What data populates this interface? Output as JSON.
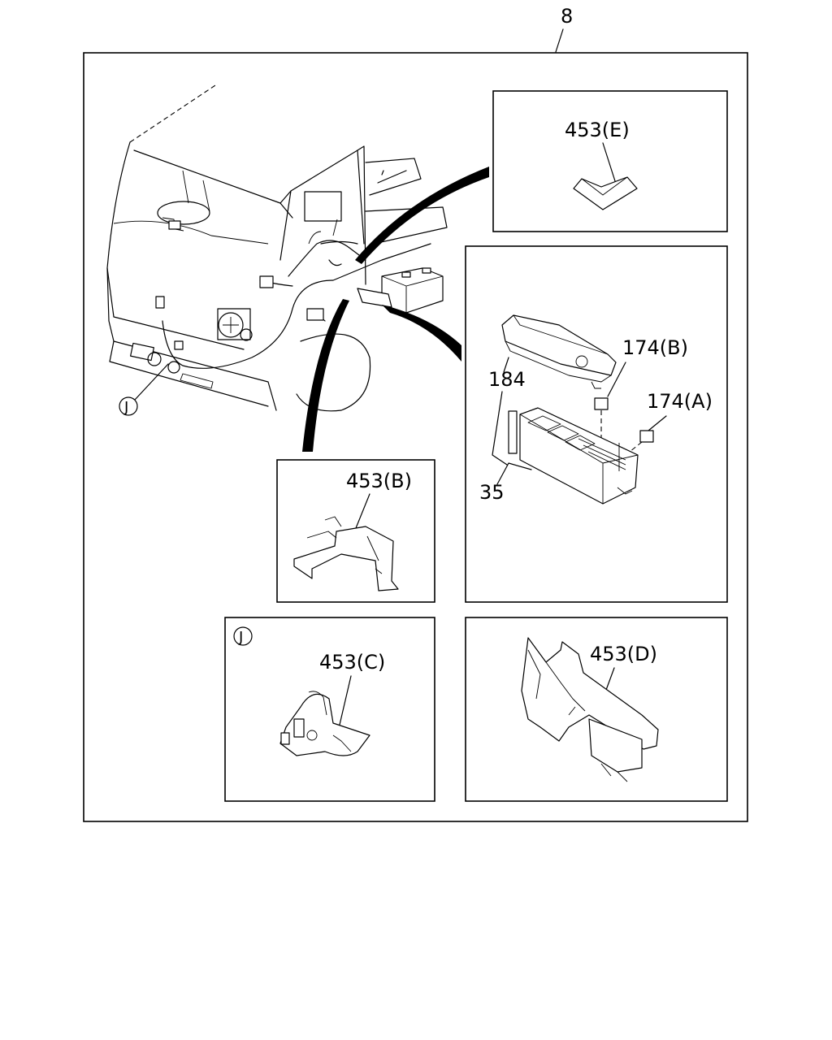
{
  "labels": {
    "assembly": "8",
    "detail_E": "453(E)",
    "detail_B": "453(B)",
    "detail_C": "453(C)",
    "detail_D": "453(D)",
    "fuse_box_cover": "184",
    "fuse_box": "35",
    "relay_A": "174(A)",
    "relay_B": "174(B)",
    "view_marker_main": "J",
    "view_marker_inset": "J"
  }
}
